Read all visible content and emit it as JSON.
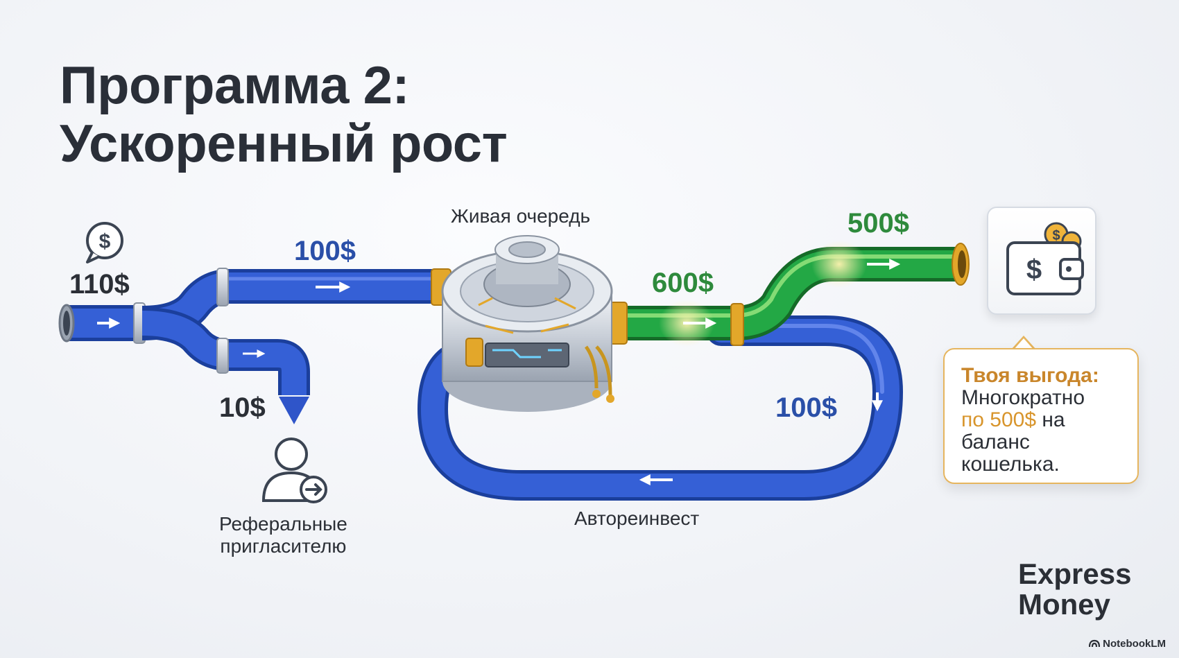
{
  "title": {
    "line1": "Программа 2:",
    "line2": "Ускоренный рост"
  },
  "flow": {
    "input_amount": "110$",
    "to_queue_amount": "100$",
    "referral_amount": "10$",
    "referral_label_line1": "Реферальные",
    "referral_label_line2": "пригласителю",
    "queue_label": "Живая очередь",
    "output_amount": "600$",
    "payout_amount": "500$",
    "reinvest_amount": "100$",
    "reinvest_label": "Автореинвест"
  },
  "callout": {
    "heading": "Твоя выгода:",
    "line1": "Многократно",
    "highlight": "по 500$",
    "line2_rest": " на",
    "line3": "баланс",
    "line4": "кошелька."
  },
  "brand": {
    "line1": "Express",
    "line2": "Money"
  },
  "watermark": "NotebookLM",
  "icons": [
    "dollar-bubble-icon",
    "user-arrow-icon",
    "wallet-icon",
    "gear-machine-icon",
    "notebooklm-logo-icon"
  ],
  "colors": {
    "blue_pipe": "#2f55c9",
    "green_pipe": "#1f9a3a",
    "gold_fitting": "#e3a72a",
    "text_dark": "#2b2f36",
    "accent_orange": "#c9862b"
  }
}
